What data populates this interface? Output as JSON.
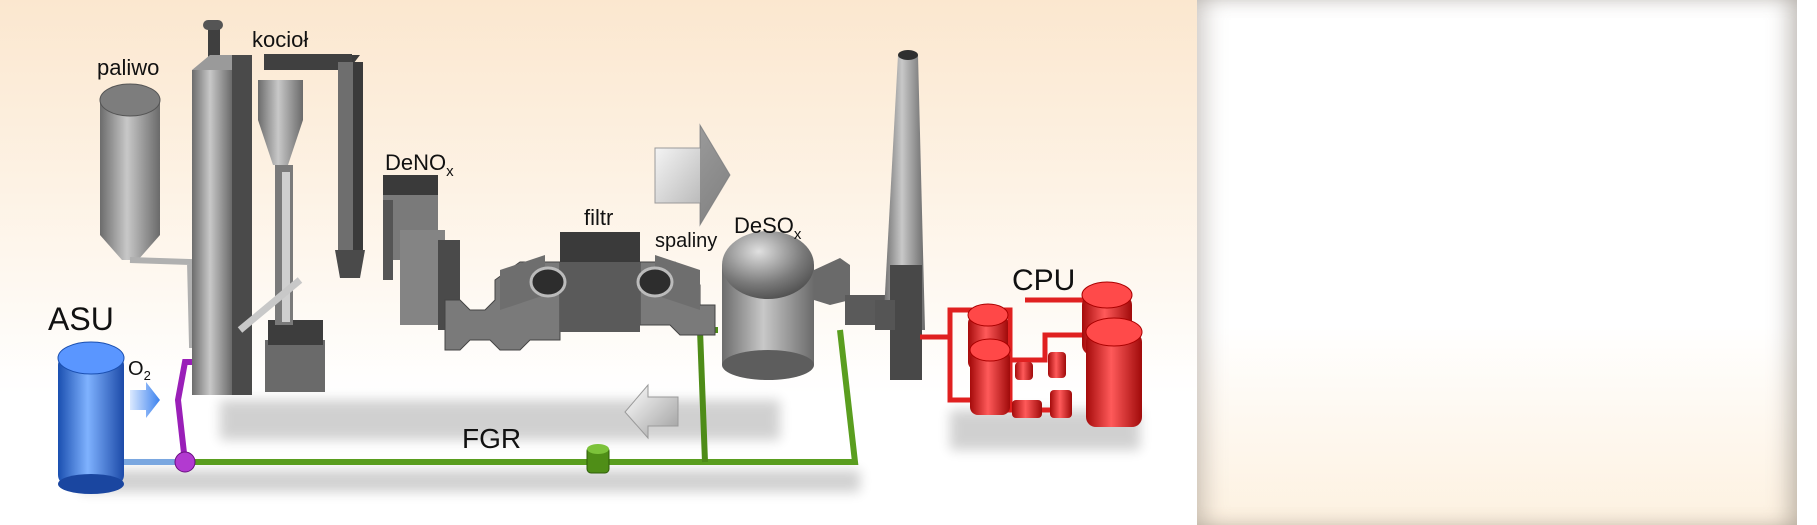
{
  "labels": {
    "fuel": "paliwo",
    "boiler": "kocioł",
    "denox_main": "DeNO",
    "denox_sub": "x",
    "filter": "filtr",
    "flue_gas": "spaliny",
    "desox_main": "DeSO",
    "desox_sub": "x",
    "cpu": "CPU",
    "asu": "ASU",
    "oxygen_main": "O",
    "oxygen_sub": "2",
    "fgr": "FGR"
  },
  "colors": {
    "equipment_gray": "#8e8e8e",
    "duct_dark": "#3d3d3d",
    "asu_blue": "#2f6fd8",
    "oxygen_purple": "#9a1fb8",
    "fgr_green": "#5a9e1f",
    "cpu_red": "#e01818"
  }
}
